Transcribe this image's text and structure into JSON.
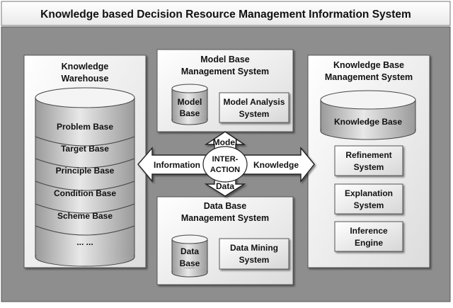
{
  "title": "Knowledge based Decision Resource Management Information System",
  "knowledge_warehouse": {
    "title_line1": "Knowledge",
    "title_line2": "Warehouse",
    "layers": [
      "Problem Base",
      "Target Base",
      "Principle Base",
      "Condition Base",
      "Scheme Base",
      "... ..."
    ]
  },
  "model_base_ms": {
    "title_line1": "Model Base",
    "title_line2": "Management System",
    "db_line1": "Model",
    "db_line2": "Base",
    "box_line1": "Model Analysis",
    "box_line2": "System"
  },
  "data_base_ms": {
    "title_line1": "Data Base",
    "title_line2": "Management System",
    "db_line1": "Data",
    "db_line2": "Base",
    "box_line1": "Data Mining",
    "box_line2": "System"
  },
  "knowledge_base_ms": {
    "title_line1": "Knowledge Base",
    "title_line2": "Management System",
    "cylinder_label": "Knowledge Base",
    "boxes": [
      {
        "line1": "Refinement",
        "line2": "System"
      },
      {
        "line1": "Explanation",
        "line2": "System"
      },
      {
        "line1": "Inference",
        "line2": "Engine"
      }
    ]
  },
  "interaction": {
    "center_line1": "INTER-",
    "center_line2": "ACTION",
    "up": "Model",
    "down": "Data",
    "left": "Information",
    "right": "Knowledge"
  }
}
